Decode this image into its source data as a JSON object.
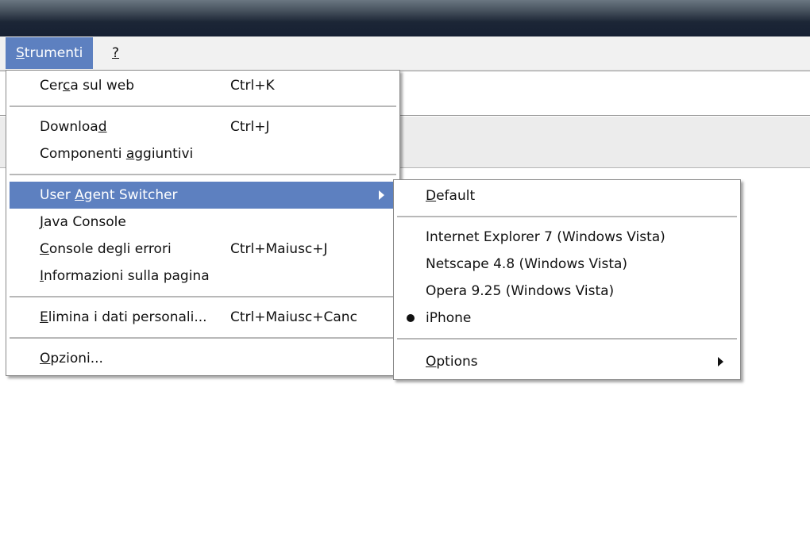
{
  "menubar": {
    "items": [
      {
        "label": "Strumenti",
        "mnemonic": 0,
        "active": true
      },
      {
        "label": "?",
        "mnemonic": 0,
        "active": false
      }
    ]
  },
  "tools_menu": {
    "items": [
      {
        "type": "item",
        "label": "Cerca sul web",
        "mnemonic": 3,
        "shortcut": "Ctrl+K"
      },
      {
        "type": "separator"
      },
      {
        "type": "item",
        "label": "Download",
        "mnemonic": 7,
        "shortcut": "Ctrl+J"
      },
      {
        "type": "item",
        "label": "Componenti aggiuntivi",
        "mnemonic": 11
      },
      {
        "type": "separator"
      },
      {
        "type": "item",
        "label": "User Agent Switcher",
        "mnemonic": 5,
        "submenu": true,
        "highlighted": true
      },
      {
        "type": "item",
        "label": "Java Console",
        "mnemonic": 0
      },
      {
        "type": "item",
        "label": "Console degli errori",
        "mnemonic": 0,
        "shortcut": "Ctrl+Maiusc+J"
      },
      {
        "type": "item",
        "label": "Informazioni sulla pagina",
        "mnemonic": 0
      },
      {
        "type": "separator"
      },
      {
        "type": "item",
        "label": "Elimina i dati personali...",
        "mnemonic": 0,
        "shortcut": "Ctrl+Maiusc+Canc"
      },
      {
        "type": "separator"
      },
      {
        "type": "item",
        "label": "Opzioni...",
        "mnemonic": 0
      }
    ]
  },
  "ua_submenu": {
    "items": [
      {
        "type": "item",
        "label": "Default",
        "mnemonic": 0
      },
      {
        "type": "separator"
      },
      {
        "type": "item",
        "label": "Internet Explorer 7 (Windows Vista)"
      },
      {
        "type": "item",
        "label": "Netscape 4.8 (Windows Vista)"
      },
      {
        "type": "item",
        "label": "Opera 9.25 (Windows Vista)"
      },
      {
        "type": "item",
        "label": "iPhone",
        "checked": true
      },
      {
        "type": "separator",
        "tall": true
      },
      {
        "type": "item",
        "label": "Options",
        "mnemonic": 0,
        "submenu": true
      }
    ]
  },
  "colors": {
    "highlight": "#5d80c0",
    "titlebar": "#1c2636"
  }
}
